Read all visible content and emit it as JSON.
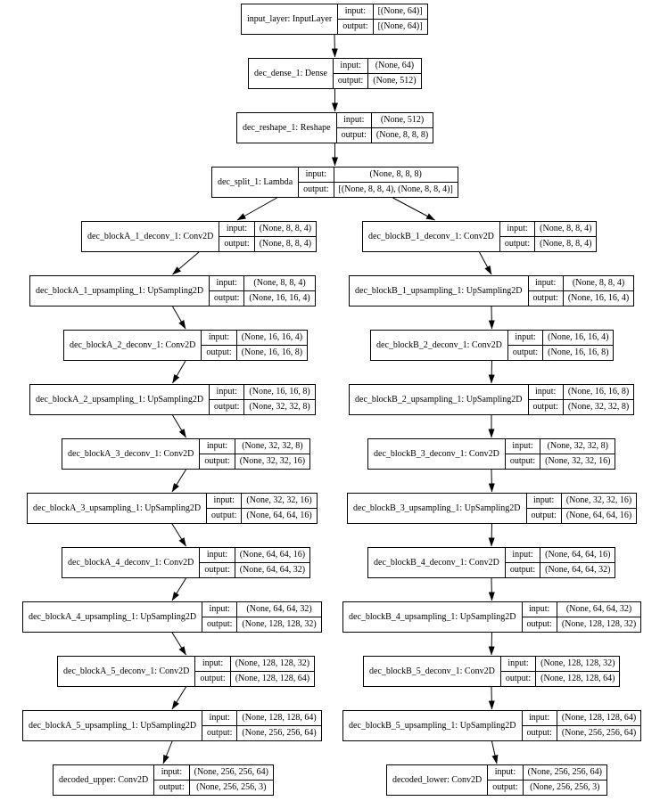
{
  "diagram": {
    "kind": "keras-model-plot",
    "labels": {
      "input": "input:",
      "output": "output:"
    },
    "colors": {
      "background": "#ffffff",
      "border": "#000000",
      "text": "#000000"
    },
    "head": [
      {
        "label": "input_layer: InputLayer",
        "input": "[(None, 64)]",
        "output": "[(None, 64)]"
      },
      {
        "label": "dec_dense_1: Dense",
        "input": "(None, 64)",
        "output": "(None, 512)"
      },
      {
        "label": "dec_reshape_1: Reshape",
        "input": "(None, 512)",
        "output": "(None, 8, 8, 8)"
      },
      {
        "label": "dec_split_1: Lambda",
        "input": "(None, 8, 8, 8)",
        "output": "[(None, 8, 8, 4), (None, 8, 8, 4)]"
      }
    ],
    "branch_a": [
      {
        "label": "dec_blockA_1_deconv_1: Conv2D",
        "input": "(None, 8, 8, 4)",
        "output": "(None, 8, 8, 4)"
      },
      {
        "label": "dec_blockA_1_upsampling_1: UpSampling2D",
        "input": "(None, 8, 8, 4)",
        "output": "(None, 16, 16, 4)"
      },
      {
        "label": "dec_blockA_2_deconv_1: Conv2D",
        "input": "(None, 16, 16, 4)",
        "output": "(None, 16, 16, 8)"
      },
      {
        "label": "dec_blockA_2_upsampling_1: UpSampling2D",
        "input": "(None, 16, 16, 8)",
        "output": "(None, 32, 32, 8)"
      },
      {
        "label": "dec_blockA_3_deconv_1: Conv2D",
        "input": "(None, 32, 32, 8)",
        "output": "(None, 32, 32, 16)"
      },
      {
        "label": "dec_blockA_3_upsampling_1: UpSampling2D",
        "input": "(None, 32, 32, 16)",
        "output": "(None, 64, 64, 16)"
      },
      {
        "label": "dec_blockA_4_deconv_1: Conv2D",
        "input": "(None, 64, 64, 16)",
        "output": "(None, 64, 64, 32)"
      },
      {
        "label": "dec_blockA_4_upsampling_1: UpSampling2D",
        "input": "(None, 64, 64, 32)",
        "output": "(None, 128, 128, 32)"
      },
      {
        "label": "dec_blockA_5_deconv_1: Conv2D",
        "input": "(None, 128, 128, 32)",
        "output": "(None, 128, 128, 64)"
      },
      {
        "label": "dec_blockA_5_upsampling_1: UpSampling2D",
        "input": "(None, 128, 128, 64)",
        "output": "(None, 256, 256, 64)"
      },
      {
        "label": "decoded_upper: Conv2D",
        "input": "(None, 256, 256, 64)",
        "output": "(None, 256, 256, 3)"
      }
    ],
    "branch_b": [
      {
        "label": "dec_blockB_1_deconv_1: Conv2D",
        "input": "(None, 8, 8, 4)",
        "output": "(None, 8, 8, 4)"
      },
      {
        "label": "dec_blockB_1_upsampling_1: UpSampling2D",
        "input": "(None, 8, 8, 4)",
        "output": "(None, 16, 16, 4)"
      },
      {
        "label": "dec_blockB_2_deconv_1: Conv2D",
        "input": "(None, 16, 16, 4)",
        "output": "(None, 16, 16, 8)"
      },
      {
        "label": "dec_blockB_2_upsampling_1: UpSampling2D",
        "input": "(None, 16, 16, 8)",
        "output": "(None, 32, 32, 8)"
      },
      {
        "label": "dec_blockB_3_deconv_1: Conv2D",
        "input": "(None, 32, 32, 8)",
        "output": "(None, 32, 32, 16)"
      },
      {
        "label": "dec_blockB_3_upsampling_1: UpSampling2D",
        "input": "(None, 32, 32, 16)",
        "output": "(None, 64, 64, 16)"
      },
      {
        "label": "dec_blockB_4_deconv_1: Conv2D",
        "input": "(None, 64, 64, 16)",
        "output": "(None, 64, 64, 32)"
      },
      {
        "label": "dec_blockB_4_upsampling_1: UpSampling2D",
        "input": "(None, 64, 64, 32)",
        "output": "(None, 128, 128, 32)"
      },
      {
        "label": "dec_blockB_5_deconv_1: Conv2D",
        "input": "(None, 128, 128, 32)",
        "output": "(None, 128, 128, 64)"
      },
      {
        "label": "dec_blockB_5_upsampling_1: UpSampling2D",
        "input": "(None, 128, 128, 64)",
        "output": "(None, 256, 256, 64)"
      },
      {
        "label": "decoded_lower: Conv2D",
        "input": "(None, 256, 256, 64)",
        "output": "(None, 256, 256, 3)"
      }
    ]
  }
}
